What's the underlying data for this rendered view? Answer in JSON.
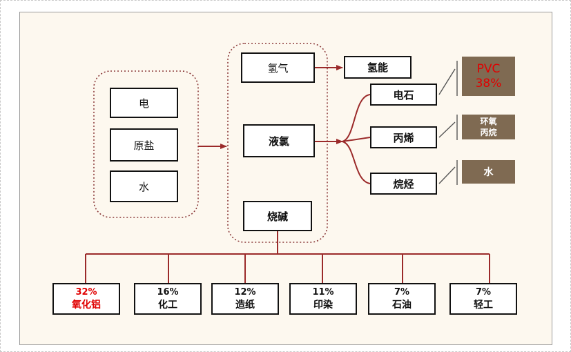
{
  "inputs": [
    "电",
    "原盐",
    "水"
  ],
  "products": {
    "hydrogen": "氢气",
    "chlorine": "液氯",
    "caustic": "烧碱"
  },
  "hydrogen_use": "氢能",
  "chlorine_uses": [
    "电石",
    "丙烯",
    "烷烃"
  ],
  "chlorine_downstream": [
    {
      "lines": [
        "PVC",
        "38%"
      ]
    },
    {
      "lines": [
        "环氧",
        "丙烷"
      ]
    },
    {
      "lines": [
        "水"
      ]
    }
  ],
  "caustic_uses": [
    {
      "pct": "32%",
      "name": "氧化铝"
    },
    {
      "pct": "16%",
      "name": "化工"
    },
    {
      "pct": "12%",
      "name": "造纸"
    },
    {
      "pct": "11%",
      "name": "印染"
    },
    {
      "pct": "7%",
      "name": "石油"
    },
    {
      "pct": "7%",
      "name": "轻工"
    }
  ],
  "colors": {
    "connector": "#9b2a2a",
    "dotted": "#8b3a3a",
    "downstream_fill": "#7f6a52",
    "highlight": "#e00000"
  }
}
